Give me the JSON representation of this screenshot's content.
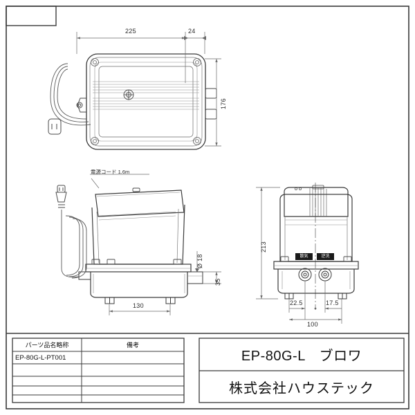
{
  "document": {
    "kind": "engineering-drawing",
    "sheet_size": "600x600"
  },
  "top_view": {
    "dim_width_total": "225",
    "dim_width_port": "24",
    "dim_height": "176"
  },
  "front_view": {
    "note_cord": "電源コード 1.6m",
    "dim_port_dia": "Ø 18",
    "dim_port_height": "35",
    "dim_foot_span": "130"
  },
  "side_view": {
    "dim_height": "213",
    "dim_left_offset": "22.5",
    "dim_right_offset": "17.5",
    "dim_base_width": "100",
    "badge_left": "散気",
    "badge_right": "逆洗"
  },
  "parts_table": {
    "headers": [
      "パーツ品名略称",
      "備考"
    ],
    "rows": [
      [
        "EP-80G-L-PT001",
        ""
      ],
      [
        "",
        ""
      ],
      [
        "",
        ""
      ],
      [
        "",
        ""
      ],
      [
        "",
        ""
      ]
    ]
  },
  "title_block": {
    "product": "EP-80G-L　ブロワ",
    "company": "株式会社ハウステック"
  },
  "colors": {
    "line": "#3a3a3a",
    "thin_line": "#6e6e6e",
    "dim_line": "#6a6a6a",
    "badge_bg": "#1a1a1a",
    "paper": "#ffffff"
  }
}
